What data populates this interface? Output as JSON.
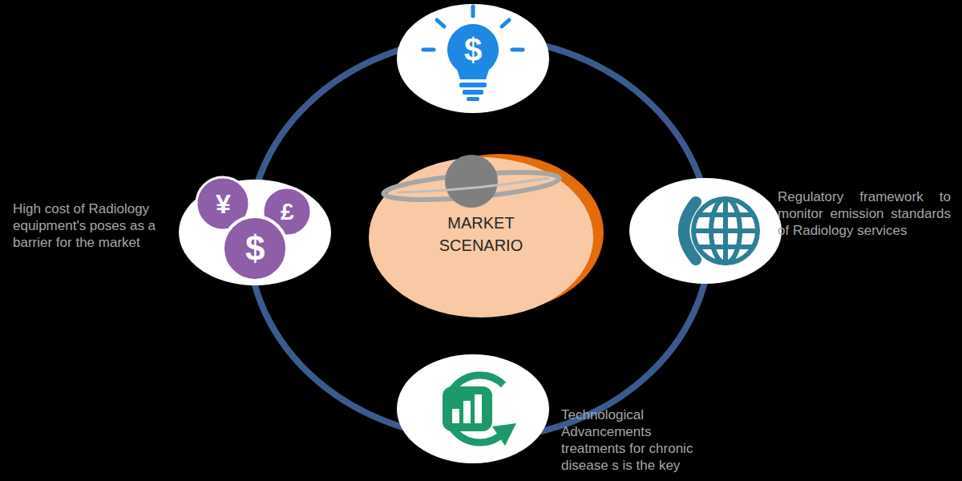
{
  "diagram": {
    "nodes": [
      {
        "text": [
          "MARKET SCENARIO"
        ]
      }
    ],
    "labels": [
      "$",
      "¥",
      "£",
      "$",
      "High cost of Radiology equipment's poses as a barrier for the market",
      "Regulatory framework to monitor emission standards of Radiology services",
      "Technological Advancements treatments for chronic disease s is the key"
    ]
  }
}
